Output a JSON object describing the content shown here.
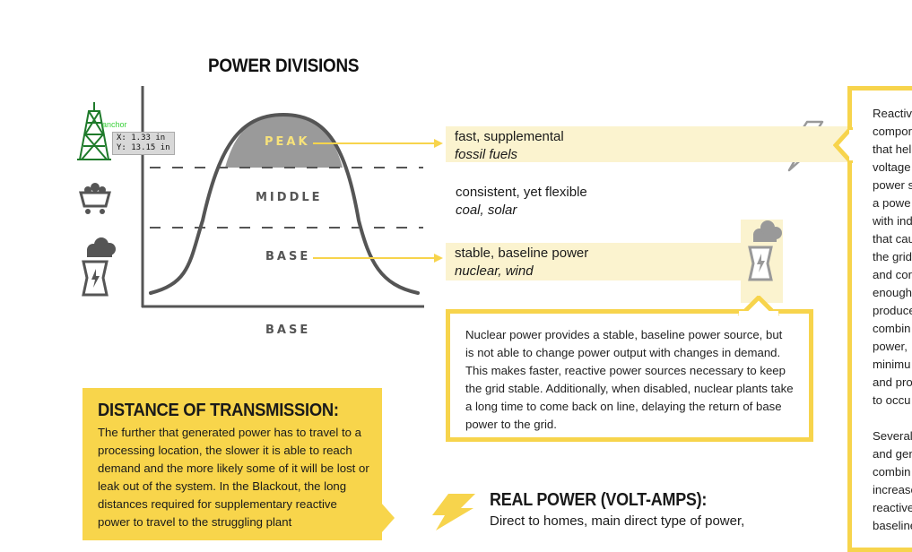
{
  "title": "POWER DIVISIONS",
  "diagram": {
    "peak_label": "PEAK",
    "middle_label": "MIDDLE",
    "base_label": "BASE",
    "x_axis_label": "BASE"
  },
  "divisions": {
    "peak": {
      "text": "fast, supplemental",
      "sub": "fossil fuels"
    },
    "middle": {
      "text": "consistent, yet flexible",
      "sub": "coal, solar"
    },
    "base": {
      "text": "stable, baseline power",
      "sub": "nuclear, wind"
    }
  },
  "nuclear_box": {
    "text": "Nuclear power provides a stable, baseline power source, but is not able to change power output with changes in demand. This makes faster, reactive power sources necessary to keep the grid stable. Additionally, when disabled, nuclear plants take a long time to come back on line, delaying the return of base power to the grid."
  },
  "distance": {
    "title": "DISTANCE OF TRANSMISSION:",
    "text": "The further that generated power has to travel to a processing location, the slower it is able to reach demand and the more likely some of it will be lost or leak out of the system. In the Blackout, the long distances required for supplementary reactive power to travel to the struggling plant"
  },
  "real_power": {
    "title": "REAL POWER (VOLT-AMPS):",
    "text": "Direct to homes, main direct type of power,"
  },
  "side_panel": {
    "lines_1": [
      "Reactiv",
      "compor",
      "that hel",
      "voltage",
      "power s",
      "a powe",
      "with ind",
      "that cau",
      "the grid",
      "and cor",
      "enough",
      "produce",
      "combin",
      "power,",
      "minimu",
      "and pro",
      "to occu"
    ],
    "lines_2": [
      "Several",
      "and gen",
      "combin",
      "increase",
      "reactive",
      "baseline"
    ]
  },
  "tooltip": {
    "anchor": "anchor",
    "x": "X: 1.33 in",
    "y": "Y: 13.15 in"
  },
  "icons": [
    "transmission-tower-icon",
    "coal-cart-icon",
    "nuclear-plant-icon",
    "lightning-bolt-icon",
    "nuclear-plant-icon",
    "lightning-bolt-icon"
  ],
  "colors": {
    "accent_yellow": "#f7d44c",
    "band_yellow": "#fbf3cf",
    "peak_fill": "#9a9a9a",
    "curve": "#555555",
    "tower_green": "#1e7a2a"
  }
}
